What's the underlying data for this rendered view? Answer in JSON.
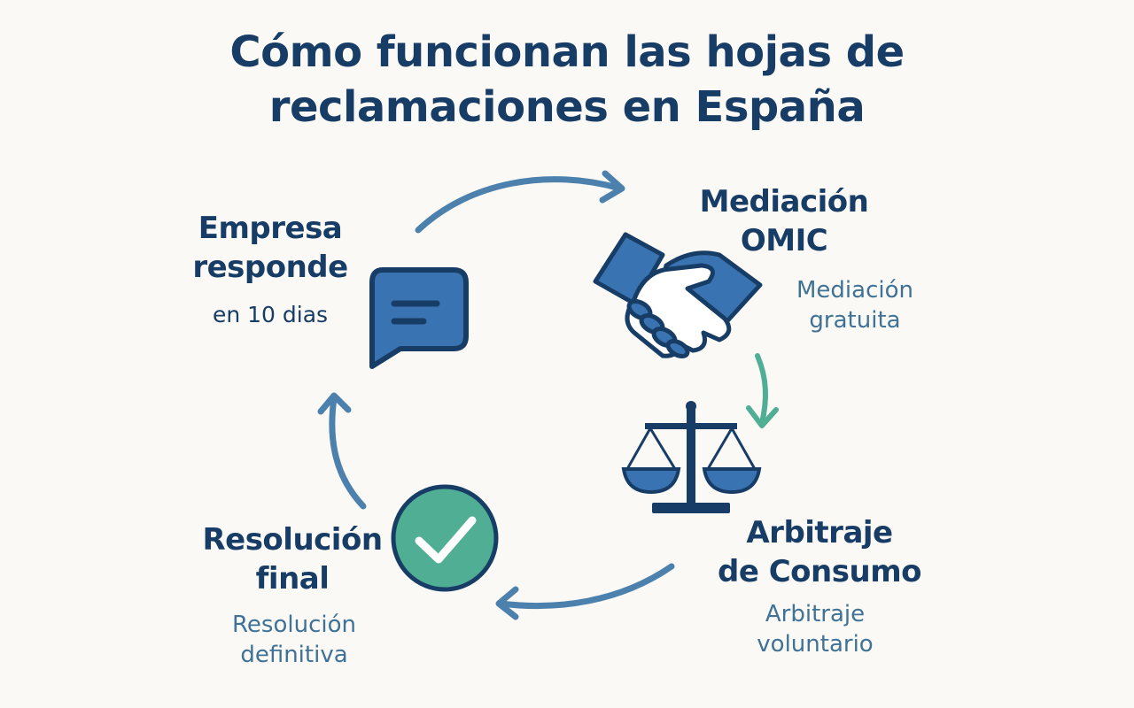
{
  "title": {
    "line1": "Cómo funcionan las hojas de",
    "line2": "reclamaciones en España"
  },
  "steps": {
    "empresa": {
      "head1": "Empresa",
      "head2": "responde",
      "detail": "en 10 dias",
      "icon": "speech-bubble-icon"
    },
    "mediacion": {
      "head1": "Mediación",
      "head2": "OMIC",
      "detail1": "Mediación",
      "detail2": "gratuita",
      "icon": "handshake-icon"
    },
    "arbitraje": {
      "head1": "Arbitraje",
      "head2": "de Consumo",
      "detail1": "Arbitraje",
      "detail2": "voluntario",
      "icon": "scales-icon"
    },
    "resolucion": {
      "head1": "Resolución",
      "head2": "final",
      "detail1": "Resolución",
      "detail2": "definitiva",
      "icon": "check-circle-icon"
    }
  },
  "colors": {
    "navy": "#173d66",
    "blue": "#3a73b1",
    "arrow_blue": "#4c80ad",
    "teal": "#4fae93",
    "muted_text": "#3f7296",
    "background": "#faf9f5"
  }
}
